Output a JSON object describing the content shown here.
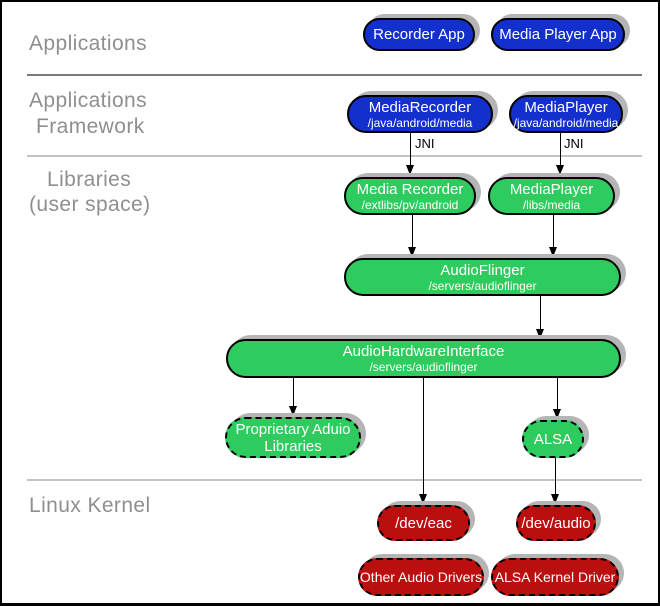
{
  "diagram": {
    "layers": {
      "applications": "Applications",
      "framework_line1": "Applications",
      "framework_line2": "Framework",
      "libraries_line1": "Libraries",
      "libraries_line2": "(user space)",
      "linux_kernel": "Linux Kernel"
    },
    "edge_labels": {
      "jni_left": "JNI",
      "jni_right": "JNI"
    },
    "nodes": {
      "recorder_app": {
        "title": "Recorder App"
      },
      "media_player_app": {
        "title": "Media Player App"
      },
      "media_recorder_framework": {
        "title": "MediaRecorder",
        "subtitle": "/java/android/media"
      },
      "media_player_framework": {
        "title": "MediaPlayer",
        "subtitle": "/java/android/media"
      },
      "media_recorder_lib": {
        "title": "Media Recorder",
        "subtitle": "/extlibs/pv/android"
      },
      "media_player_lib": {
        "title": "MediaPlayer",
        "subtitle": "/libs/media"
      },
      "audio_flinger": {
        "title": "AudioFlinger",
        "subtitle": "/servers/audioflinger"
      },
      "audio_hardware_interface": {
        "title": "AudioHardwareInterface",
        "subtitle": "/servers/audioflinger"
      },
      "proprietary_audio_libraries": {
        "title": "Proprietary Aduio",
        "title_line2": "Libraries"
      },
      "alsa": {
        "title": "ALSA"
      },
      "dev_eac": {
        "title": "/dev/eac"
      },
      "dev_audio": {
        "title": "/dev/audio"
      },
      "other_audio_drivers": {
        "title": "Other Audio Drivers"
      },
      "alsa_kernel_driver": {
        "title": "ALSA Kernel Driver"
      }
    },
    "colors": {
      "application_blue": "#1430CC",
      "library_green": "#2ECC5E",
      "kernel_red": "#BB0E0E",
      "shadow_gray": "#B5B5B5",
      "layer_label_gray": "#8F8F8F"
    }
  }
}
